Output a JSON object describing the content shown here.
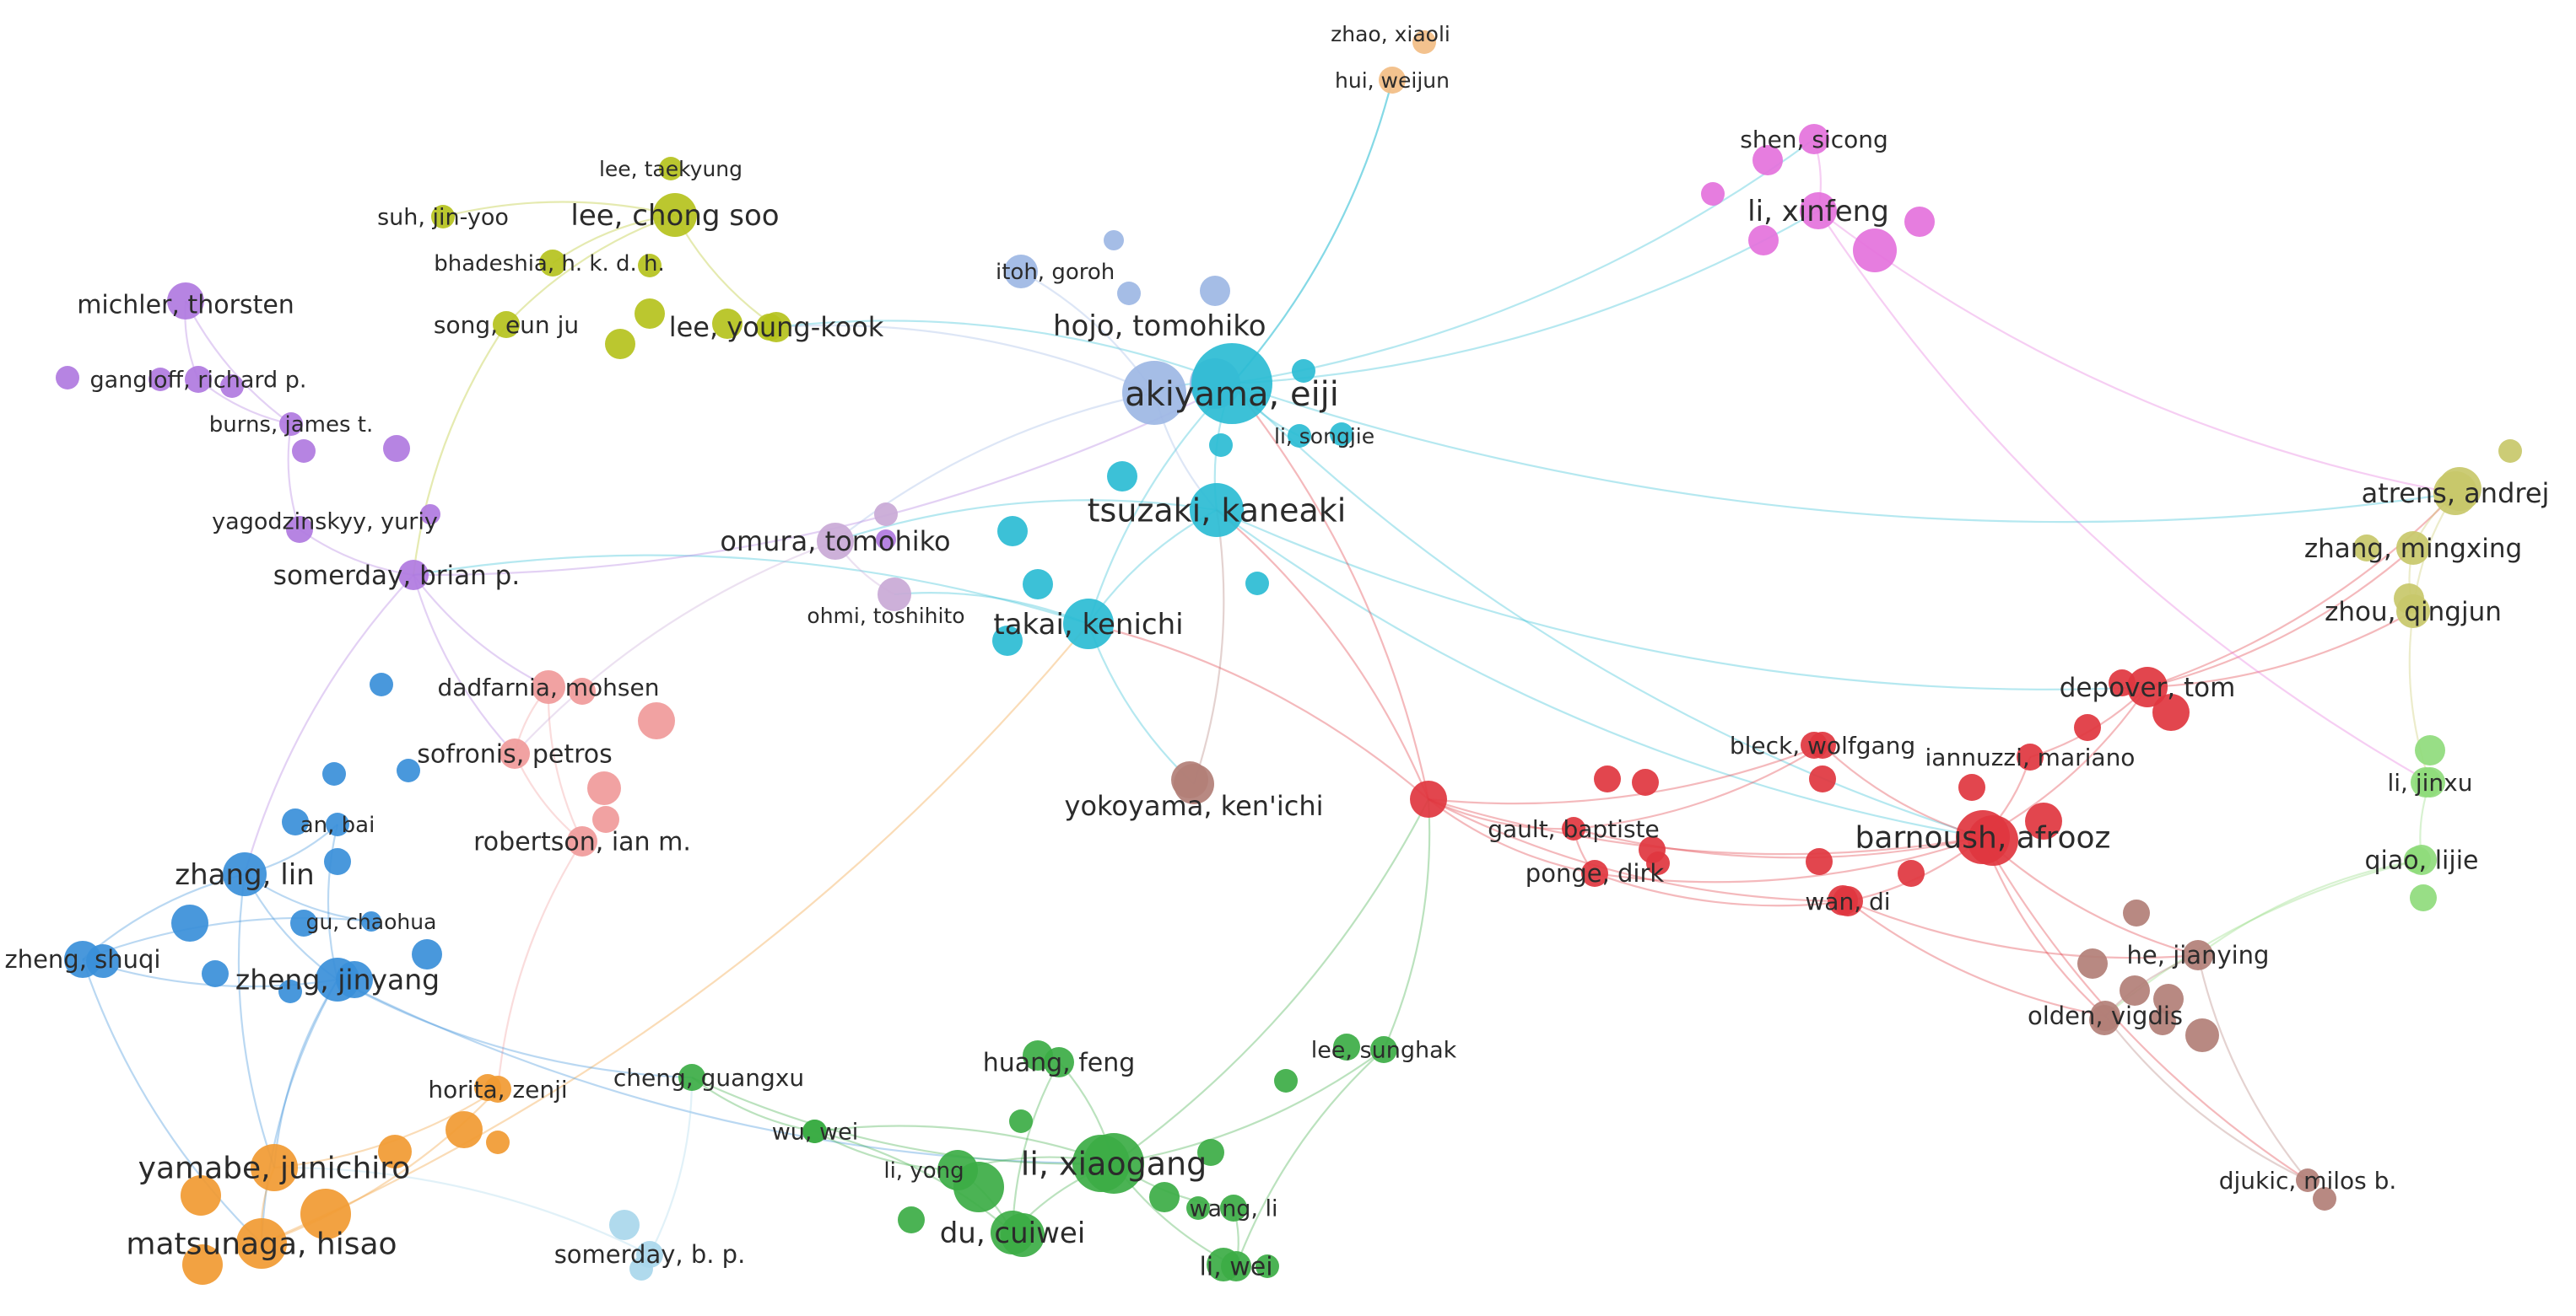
{
  "chart_data": {
    "type": "network",
    "clusters": {
      "light_blue": "#9db7e4",
      "cyan": "#2bbcd4",
      "magenta": "#e472dc",
      "olive": "#b5c21d",
      "purple": "#b07ae0",
      "blue": "#3a8fd9",
      "orange": "#f19a32",
      "green": "#3cad45",
      "red": "#e0363f",
      "brown": "#b27f77",
      "salmon": "#f09a9a",
      "light_green": "#8fdb7c",
      "khaki": "#c8c86a",
      "lavender": "#c9a9d6",
      "peach": "#f2bd84",
      "pale_blue": "#a9d7ec"
    },
    "nodes": [
      {
        "id": "akiyama",
        "label": "akiyama, eiji",
        "cluster": "cyan"
      },
      {
        "id": "hojo",
        "label": "hojo, tomohiko",
        "cluster": "light_blue"
      },
      {
        "id": "itoh",
        "label": "itoh, goroh",
        "cluster": "light_blue"
      },
      {
        "id": "tsuzaki",
        "label": "tsuzaki, kaneaki",
        "cluster": "cyan"
      },
      {
        "id": "takai",
        "label": "takai, kenichi",
        "cluster": "cyan"
      },
      {
        "id": "lisongjie",
        "label": "li, songjie",
        "cluster": "cyan"
      },
      {
        "id": "omura",
        "label": "omura, tomohiko",
        "cluster": "lavender"
      },
      {
        "id": "ohmi",
        "label": "ohmi, toshihito",
        "cluster": "lavender"
      },
      {
        "id": "yokoyama",
        "label": "yokoyama, ken'ichi",
        "cluster": "brown"
      },
      {
        "id": "zhaoxiaoli",
        "label": "zhao, xiaoli",
        "cluster": "peach"
      },
      {
        "id": "huiweijun",
        "label": "hui, weijun",
        "cluster": "peach"
      },
      {
        "id": "shensicong",
        "label": "shen, sicong",
        "cluster": "magenta"
      },
      {
        "id": "lixinfeng",
        "label": "li, xinfeng",
        "cluster": "magenta"
      },
      {
        "id": "leetaekyung",
        "label": "lee, taekyung",
        "cluster": "olive"
      },
      {
        "id": "leechongsoo",
        "label": "lee, chong soo",
        "cluster": "olive"
      },
      {
        "id": "suhjinyoo",
        "label": "suh, jin-yoo",
        "cluster": "olive"
      },
      {
        "id": "bhadeshia",
        "label": "bhadeshia, h. k. d. h.",
        "cluster": "olive"
      },
      {
        "id": "songeunju",
        "label": "song, eun ju",
        "cluster": "olive"
      },
      {
        "id": "leeyoungkook",
        "label": "lee, young-kook",
        "cluster": "olive"
      },
      {
        "id": "michler",
        "label": "michler, thorsten",
        "cluster": "purple"
      },
      {
        "id": "gangloff",
        "label": "gangloff, richard p.",
        "cluster": "purple"
      },
      {
        "id": "burns",
        "label": "burns, james t.",
        "cluster": "purple"
      },
      {
        "id": "yagodzinskyy",
        "label": "yagodzinskyy, yuriy",
        "cluster": "purple"
      },
      {
        "id": "somerdaybrian",
        "label": "somerday, brian p.",
        "cluster": "purple"
      },
      {
        "id": "dadfarnia",
        "label": "dadfarnia, mohsen",
        "cluster": "salmon"
      },
      {
        "id": "sofronis",
        "label": "sofronis, petros",
        "cluster": "salmon"
      },
      {
        "id": "robertson",
        "label": "robertson, ian m.",
        "cluster": "salmon"
      },
      {
        "id": "anbai",
        "label": "an, bai",
        "cluster": "blue"
      },
      {
        "id": "zhanglin",
        "label": "zhang, lin",
        "cluster": "blue"
      },
      {
        "id": "guchaohua",
        "label": "gu, chaohua",
        "cluster": "blue"
      },
      {
        "id": "zhengshuqi",
        "label": "zheng, shuqi",
        "cluster": "blue"
      },
      {
        "id": "zhengjinyang",
        "label": "zheng, jinyang",
        "cluster": "blue"
      },
      {
        "id": "horita",
        "label": "horita, zenji",
        "cluster": "orange"
      },
      {
        "id": "yamabe",
        "label": "yamabe, junichiro",
        "cluster": "orange"
      },
      {
        "id": "matsunaga",
        "label": "matsunaga, hisao",
        "cluster": "orange"
      },
      {
        "id": "somerdaybp",
        "label": "somerday, b. p.",
        "cluster": "pale_blue"
      },
      {
        "id": "chengguangxu",
        "label": "cheng, guangxu",
        "cluster": "green"
      },
      {
        "id": "huangfeng",
        "label": "huang, feng",
        "cluster": "green"
      },
      {
        "id": "leesunghak",
        "label": "lee, sunghak",
        "cluster": "green"
      },
      {
        "id": "wuwei",
        "label": "wu, wei",
        "cluster": "green"
      },
      {
        "id": "lixiaogang",
        "label": "li, xiaogang",
        "cluster": "green"
      },
      {
        "id": "liyong",
        "label": "li, yong",
        "cluster": "green"
      },
      {
        "id": "ducuiwei",
        "label": "du, cuiwei",
        "cluster": "green"
      },
      {
        "id": "wangli",
        "label": "wang, li",
        "cluster": "green"
      },
      {
        "id": "liwei",
        "label": "li, wei",
        "cluster": "green"
      },
      {
        "id": "bleck",
        "label": "bleck, wolfgang",
        "cluster": "red"
      },
      {
        "id": "gault",
        "label": "gault, baptiste",
        "cluster": "red"
      },
      {
        "id": "ponge",
        "label": "ponge, dirk",
        "cluster": "red"
      },
      {
        "id": "wandi",
        "label": "wan, di",
        "cluster": "red"
      },
      {
        "id": "barnoush",
        "label": "barnoush, afrooz",
        "cluster": "red"
      },
      {
        "id": "iannuzzi",
        "label": "iannuzzi, mariano",
        "cluster": "red"
      },
      {
        "id": "depover",
        "label": "depover, tom",
        "cluster": "red"
      },
      {
        "id": "atrens",
        "label": "atrens, andrej",
        "cluster": "khaki"
      },
      {
        "id": "zhangmingxing",
        "label": "zhang, mingxing",
        "cluster": "khaki"
      },
      {
        "id": "zhouqingjun",
        "label": "zhou, qingjun",
        "cluster": "khaki"
      },
      {
        "id": "lijinxu",
        "label": "li, jinxu",
        "cluster": "light_green"
      },
      {
        "id": "qiaolijie",
        "label": "qiao, lijie",
        "cluster": "light_green"
      },
      {
        "id": "hejianying",
        "label": "he, jianying",
        "cluster": "brown"
      },
      {
        "id": "olden",
        "label": "olden, vigdis",
        "cluster": "brown"
      },
      {
        "id": "djukic",
        "label": "djukic, milos b.",
        "cluster": "brown"
      }
    ]
  }
}
